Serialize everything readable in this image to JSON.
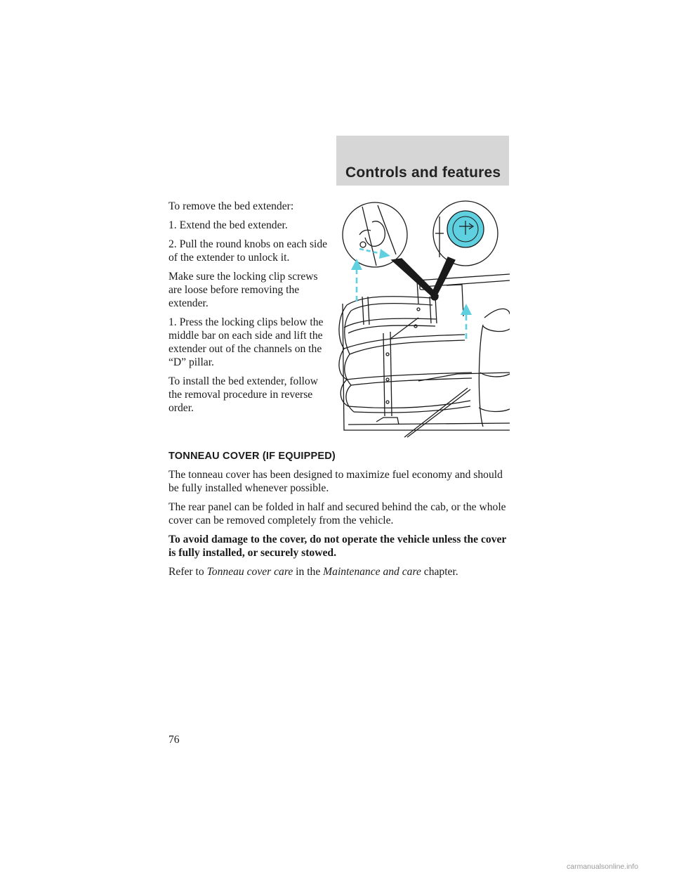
{
  "header": {
    "title": "Controls and features"
  },
  "left_column": {
    "paragraphs": [
      "To remove the bed extender:",
      "1. Extend the bed extender.",
      "2. Pull the round knobs on each side of the extender to unlock it.",
      "Make sure the locking clip screws are loose before removing the extender.",
      "1. Press the locking clips below the middle bar on each side and lift the extender out of the channels on the “D” pillar.",
      "To install the bed extender, follow the removal procedure in reverse order."
    ]
  },
  "figure": {
    "icon": "bed-extender-illustration",
    "colors": {
      "accent": "#5fd0e0",
      "line": "#1a1a1a"
    }
  },
  "tonneau": {
    "heading": "TONNEAU COVER (IF EQUIPPED)",
    "para1": "The tonneau cover has been designed to maximize fuel economy and should be fully installed whenever possible.",
    "para2": "The rear panel can be folded in half and secured behind the cab, or the whole cover can be removed completely from the vehicle.",
    "warning": "To avoid damage to the cover, do not operate the vehicle unless the cover is fully installed, or securely stowed.",
    "refer": {
      "prefix": "Refer to ",
      "link1": "Tonneau cover care",
      "middle": " in the ",
      "link2": "Maintenance and care",
      "suffix": " chapter."
    }
  },
  "footer": {
    "page_number": "76",
    "watermark": "carmanualsonline.info"
  }
}
